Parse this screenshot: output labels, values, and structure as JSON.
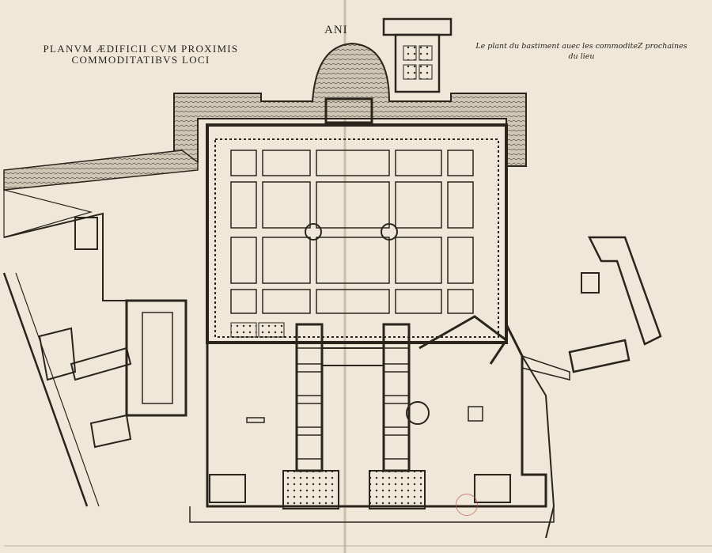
{
  "title_latin": {
    "line1": "PLANVM ÆDIFICII CVM PROXIMIS",
    "line2": "COMMODITATIBVS LOCI"
  },
  "title_french": {
    "line1": "Le plant du bastiment auec les commoditeZ prochaines",
    "line2": "du lieu"
  },
  "river_label": "ANI",
  "colors": {
    "paper": "#efe8d8",
    "ink": "#2a241c",
    "water": "#b8b0a0",
    "stamp": "#c0504a"
  }
}
